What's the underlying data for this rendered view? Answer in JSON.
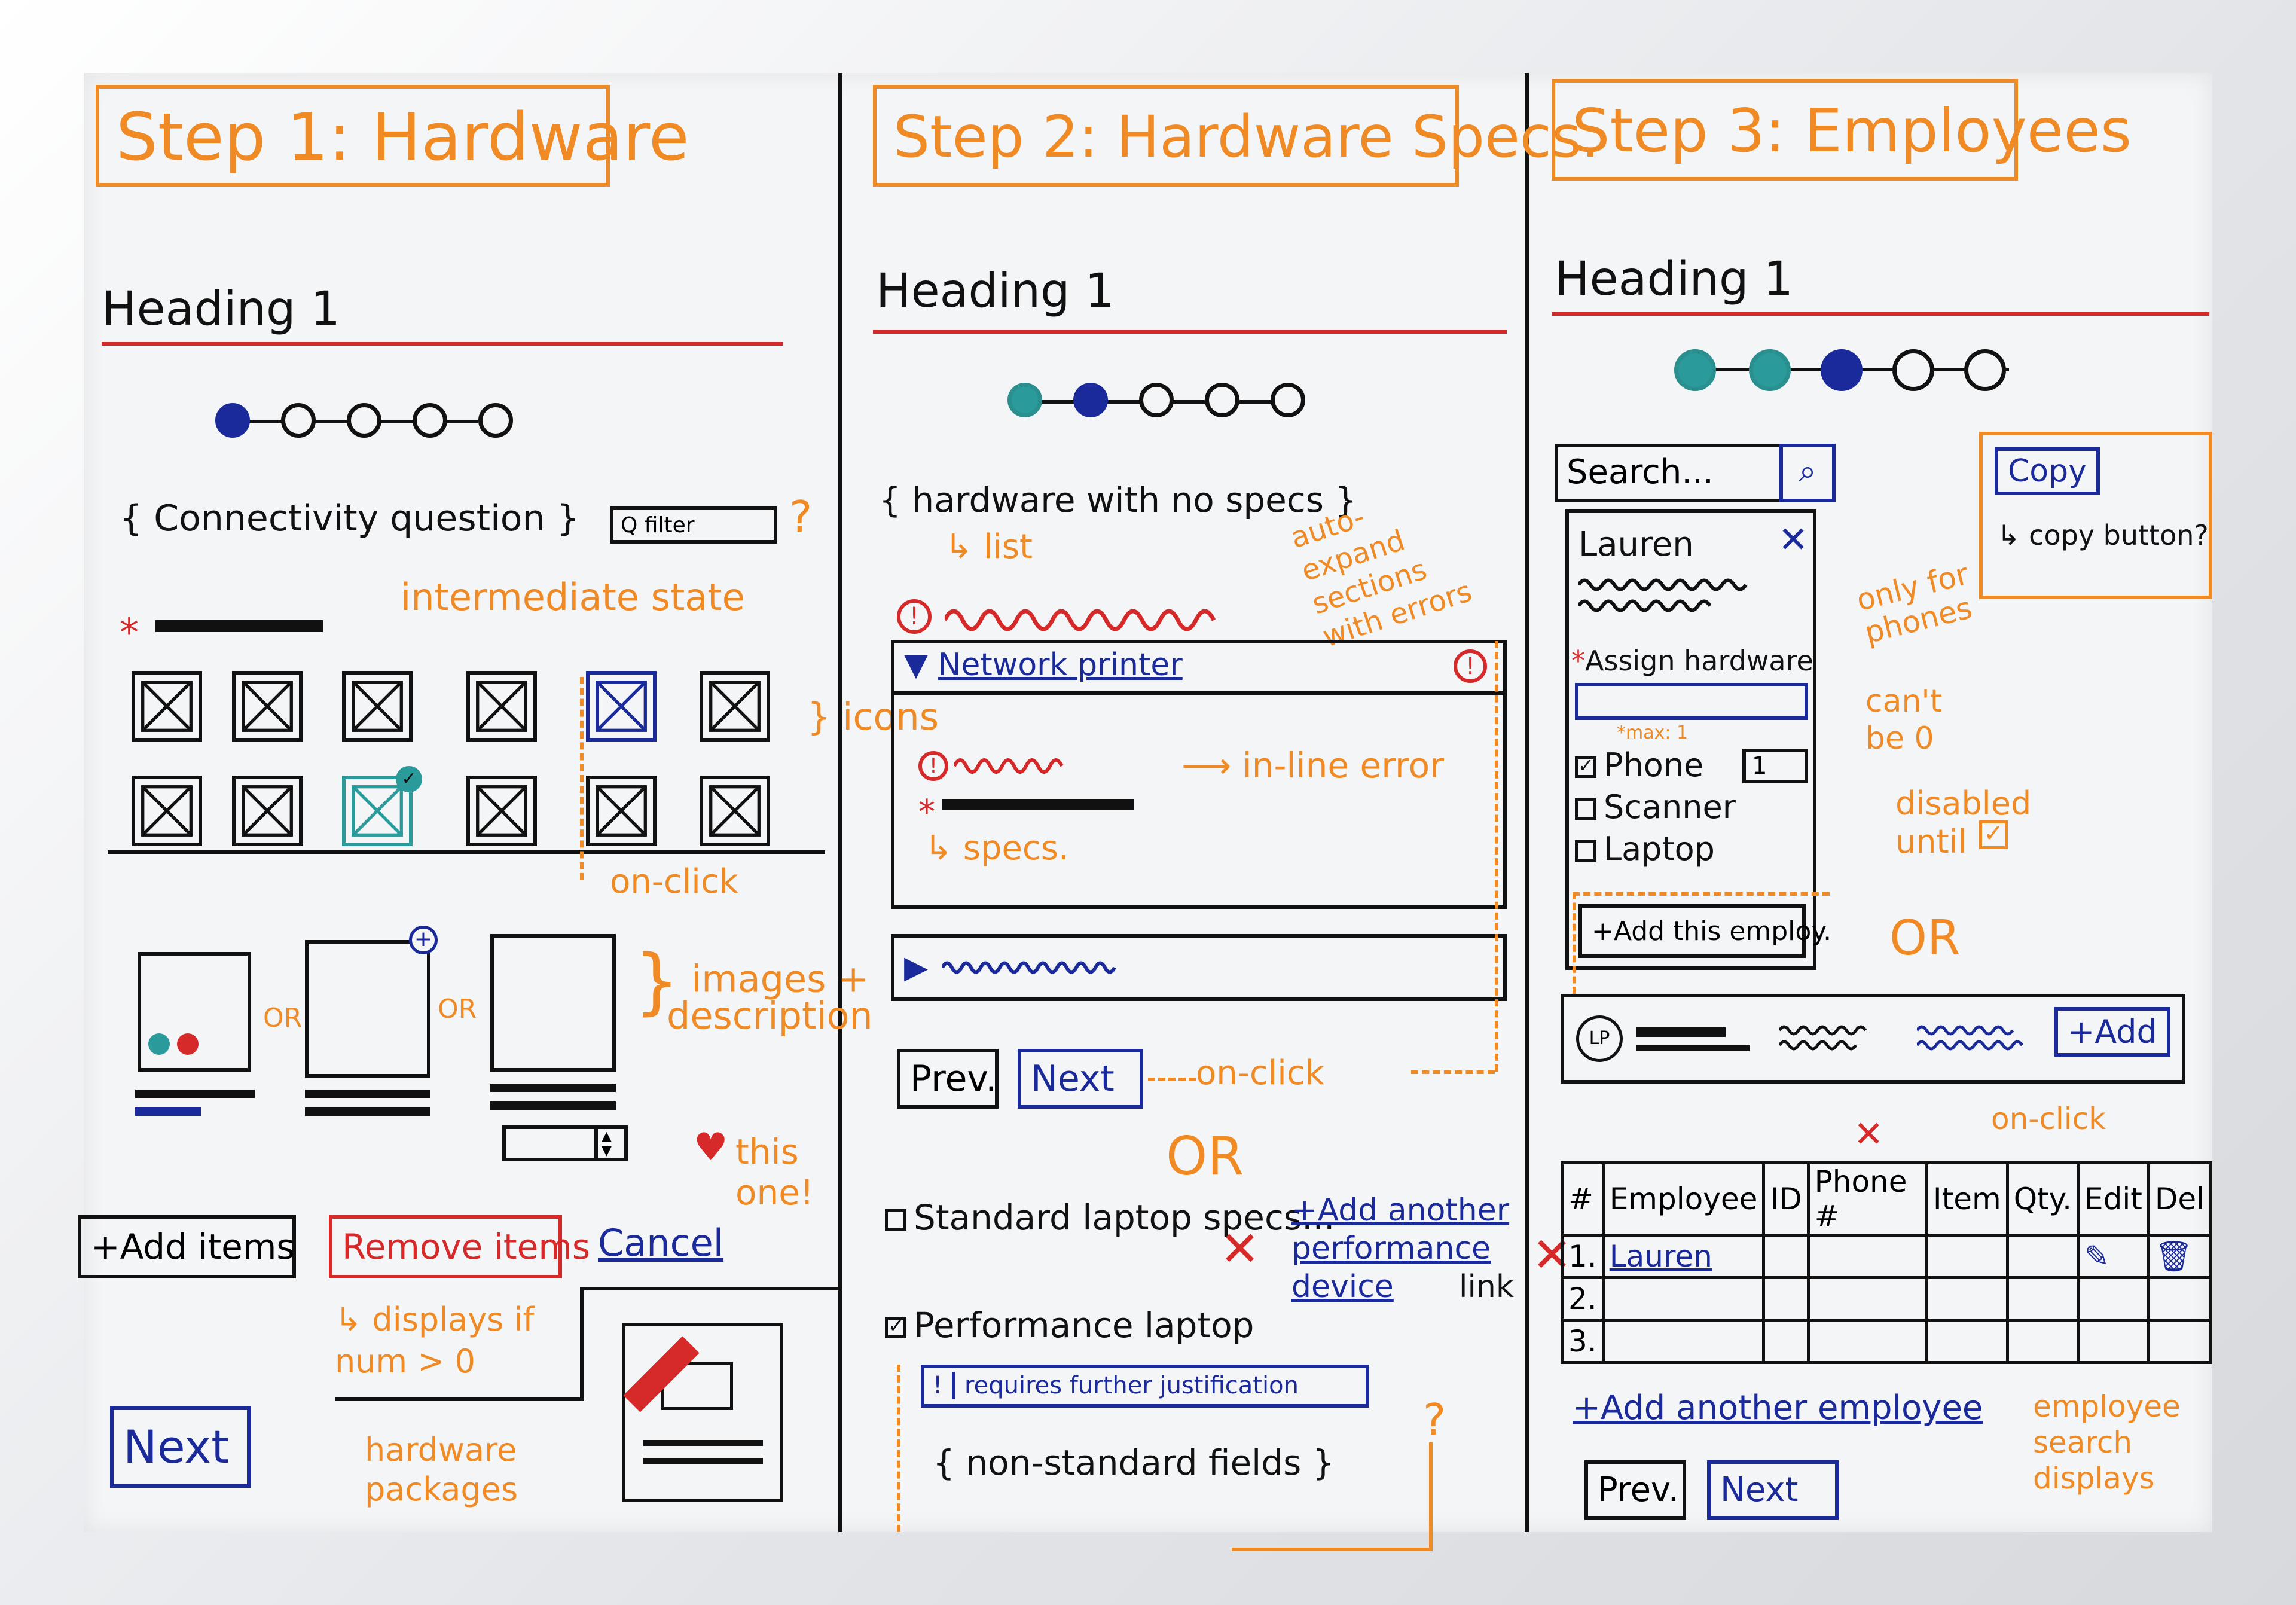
{
  "colors": {
    "orange": "#f08a24",
    "blue": "#1b2a9a",
    "red": "#d62a2a",
    "teal": "#2a9a9a",
    "ink": "#111111"
  },
  "step1": {
    "title": "Step 1: Hardware",
    "heading": "Heading 1",
    "connectivity": "{ Connectivity question }",
    "filter": "Q filter",
    "filter_q": "?",
    "intermediate": "intermediate state",
    "icons": "} icons",
    "onclick": "on-click",
    "or1": "OR",
    "or2": "OR",
    "images": "} images + description",
    "this_one": "this one!",
    "add_items": "+Add items",
    "remove_items": "Remove items",
    "cancel": "Cancel",
    "displays_if": "↳ displays if num > 0",
    "next": "Next",
    "packages": "hardware packages"
  },
  "step2": {
    "title": "Step 2: Hardware Specs.",
    "heading": "Heading 1",
    "no_specs": "{ hardware with no specs }",
    "list": "↳ list",
    "auto_expand": "auto-expand sections with errors",
    "network_printer": "Network printer",
    "inline_error": "in-line error",
    "specs": "↳ specs.",
    "prev": "Prev.",
    "next": "Next",
    "onclick": "on-click",
    "or": "OR",
    "standard": "Standard laptop specs...",
    "performance": "Performance laptop",
    "justification": "requires further justification",
    "nonstandard": "{ non-standard fields }",
    "add_another": "+Add another performance device",
    "link": "link",
    "q": "?"
  },
  "step3": {
    "title": "Step 3: Employees",
    "heading": "Heading 1",
    "search": "Search...",
    "copy": "Copy",
    "copy_btn": "↳ copy button?",
    "lauren": "Lauren",
    "assign": "Assign hardware",
    "only_phones": "only for phones",
    "cant_be_0": "can't be 0",
    "max": "*max: 1",
    "phone": "Phone",
    "phone_qty": "1",
    "scanner": "Scanner",
    "laptop": "Laptop",
    "disabled_until": "disabled until",
    "add_employ": "+Add this employ.",
    "or": "OR",
    "lp": "LP",
    "add": "+Add",
    "onclick": "on-click",
    "table_headers": [
      "#",
      "Employee",
      "ID",
      "Phone #",
      "Item",
      "Qty.",
      "Edit",
      "Del"
    ],
    "rows": [
      "1.",
      "2.",
      "3."
    ],
    "row1_name": "Lauren",
    "add_another": "+Add another employee",
    "search_displays": "employee search displays",
    "prev": "Prev.",
    "next": "Next"
  }
}
